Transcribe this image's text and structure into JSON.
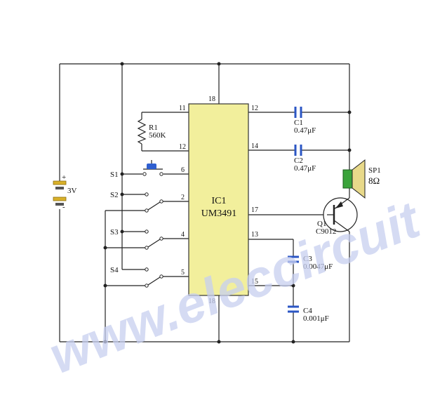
{
  "watermark": "www.eleccircuit.com",
  "ic": {
    "ref": "IC1",
    "part": "UM3491",
    "pins": {
      "top": "18",
      "bottom": "18",
      "p11": "11",
      "p12l": "12",
      "p6": "6",
      "p2": "2",
      "p4": "4",
      "p5": "5",
      "p12r": "12",
      "p14": "14",
      "p17": "17",
      "p13": "13",
      "p15": "15"
    }
  },
  "battery": {
    "voltage": "3V",
    "plus": "+",
    "minus": "-"
  },
  "resistor": {
    "ref": "R1",
    "value": "560K"
  },
  "switches": {
    "s1": "S1",
    "s2": "S2",
    "s3": "S3",
    "s4": "S4"
  },
  "capacitors": {
    "c1": {
      "ref": "C1",
      "value": "0.47μF"
    },
    "c2": {
      "ref": "C2",
      "value": "0.47μF"
    },
    "c3": {
      "ref": "C3",
      "value": "0.0047μF"
    },
    "c4": {
      "ref": "C4",
      "value": "0.001μF"
    }
  },
  "transistor": {
    "ref": "Q1",
    "part": "C9012"
  },
  "speaker": {
    "ref": "SP1",
    "value": "8Ω"
  },
  "colors": {
    "chip": "#f2ef9c",
    "chip_border": "#333333",
    "cap": "#2b56c4",
    "speaker": "#3aa33a",
    "cone": "#e8d98a",
    "battery": "#d9b12a",
    "button": "#2f5fd0"
  }
}
